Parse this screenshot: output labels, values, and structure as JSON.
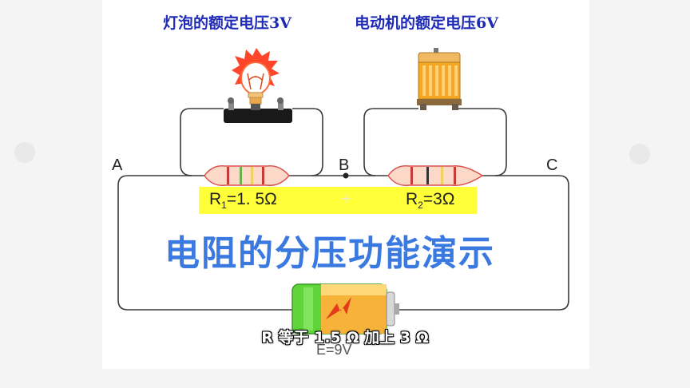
{
  "titles": {
    "lamp_rating": "灯泡的额定电压3V",
    "motor_rating": "电动机的额定电压6V"
  },
  "nodes": {
    "a": "A",
    "b": "B",
    "c": "C"
  },
  "resistors": {
    "r1": {
      "symbol": "R",
      "sub": "1",
      "value": "=1. 5Ω"
    },
    "r2": {
      "symbol": "R",
      "sub": "2",
      "value": "=3Ω"
    }
  },
  "plus_sign": "+",
  "main_title": "电阻的分压功能演示",
  "battery": {
    "emf": "E=9V"
  },
  "subtitle": "R 等于 1.5 Ω 加上 3 Ω",
  "colors": {
    "title": "#1f2bb6",
    "main_title": "#3a7ae0",
    "highlight": "#ffff3a",
    "wire": "#3a3a3a",
    "battery_green": "#5ed43a",
    "battery_orange": "#f7b23a",
    "motor_orange": "#f5a623"
  },
  "icons": {
    "lamp": "light-bulb-icon",
    "motor": "motor-icon",
    "battery": "battery-icon",
    "resistor": "resistor-icon"
  }
}
